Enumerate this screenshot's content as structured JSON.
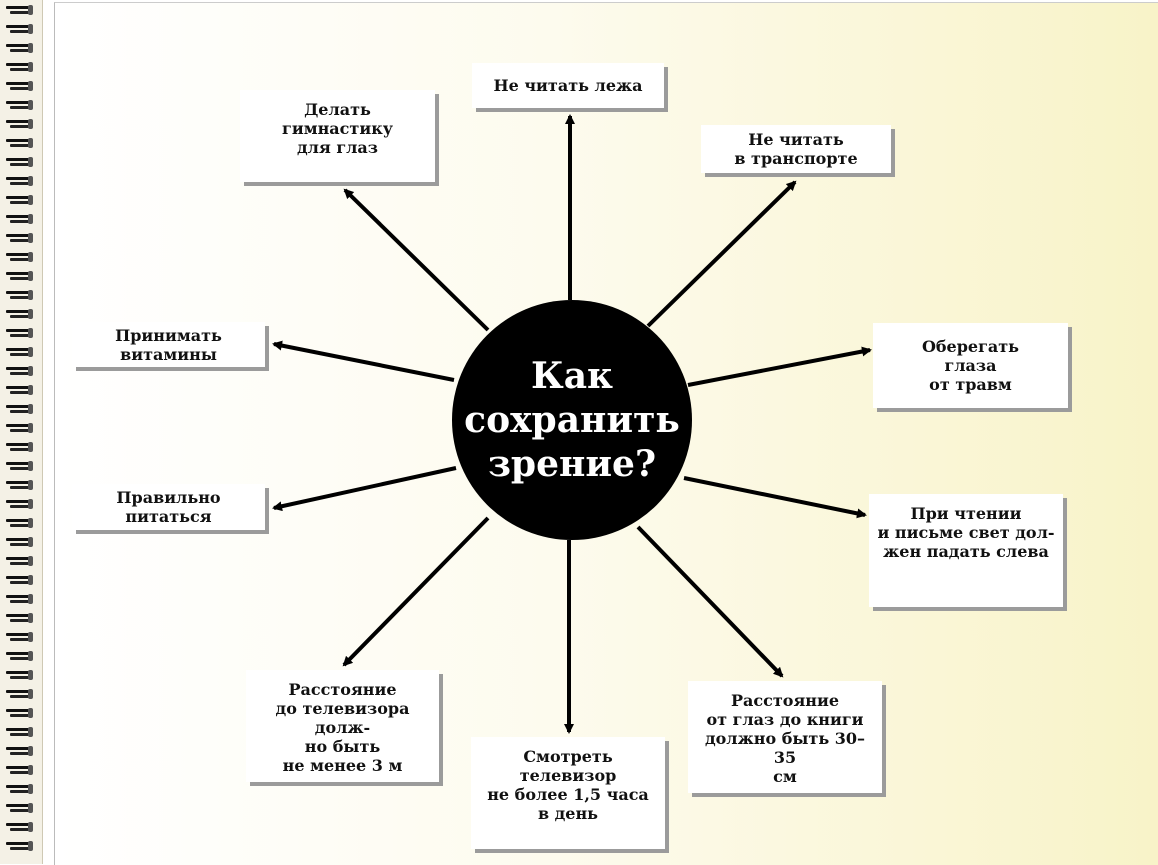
{
  "center_title": "Как\nсохранить\nзрение?",
  "tips": {
    "lying": "Не читать лежа",
    "gymnastics": "Делать\nгимнастику\nдля глаз",
    "transport": "Не читать\nв транспорте",
    "vitamins": "Принимать\nвитамины",
    "injury": "Оберегать\nглаза\nот травм",
    "nutrition": "Правильно\nпитаться",
    "light": "При чтении\nи письме свет дол-\nжен падать слева",
    "tv_distance": "Расстояние\nдо телевизора долж-\nно быть\nне менее 3 м",
    "tv_time": "Смотреть\nтелевизор\nне более 1,5 часа\nв день",
    "book_distance": "Расстояние\nот глаз до книги\nдолжно быть 30–35\nсм"
  }
}
